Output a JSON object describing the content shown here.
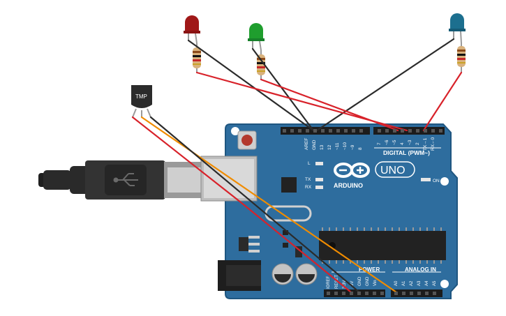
{
  "components": {
    "temp_sensor": {
      "label": "TMP"
    },
    "leds": [
      {
        "name": "red-led",
        "color": "#a01818"
      },
      {
        "name": "green-led",
        "color": "#1f9e2e"
      },
      {
        "name": "blue-led",
        "color": "#1c6f8f"
      }
    ],
    "board": {
      "brand": "ARDUINO",
      "model": "UNO",
      "on_label": "ON",
      "l_label": "L",
      "tx_label": "TX",
      "rx_label": "RX",
      "digital_label": "DIGITAL (PWM~)",
      "power_label": "POWER",
      "analog_label": "ANALOG IN",
      "top_pins": [
        "AREF",
        "GND",
        "13",
        "12",
        "~11",
        "~10",
        "~9",
        "8",
        "7",
        "~6",
        "~5",
        "4",
        "~3",
        "2",
        "TX→1",
        "RX←0"
      ],
      "power_pins": [
        "IOREF",
        "RESET",
        "3.3V",
        "5V",
        "GND",
        "GND",
        "Vin"
      ],
      "analog_pins": [
        "A0",
        "A1",
        "A2",
        "A3",
        "A4",
        "A5"
      ]
    }
  },
  "colors": {
    "board": "#2e6d9e",
    "board_edge": "#1f5680",
    "wire_red": "#d8222a",
    "wire_black": "#2b2b2b",
    "wire_orange": "#f08c00",
    "resistor": "#d9b27c"
  }
}
